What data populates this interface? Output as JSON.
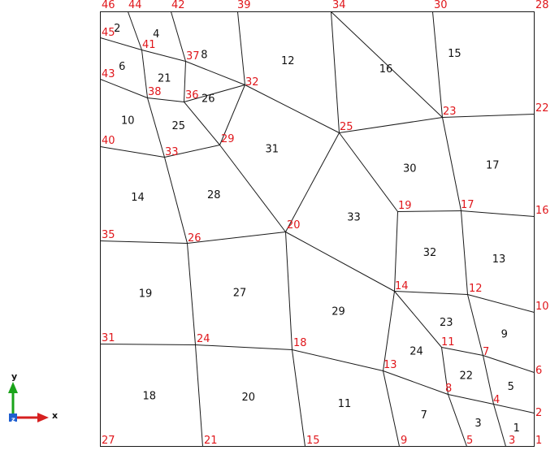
{
  "colors": {
    "mesh_line": "#1a1a1a",
    "node_label": "#e0161b",
    "element_label": "#111111",
    "axis_y": "#1aa31a",
    "axis_x": "#d62020",
    "axis_z": "#1f5fd0"
  },
  "axis_triad": {
    "x_label": "x",
    "y_label": "y",
    "z_label": "z"
  },
  "nodes": [
    {
      "id": "1"
    },
    {
      "id": "2"
    },
    {
      "id": "3"
    },
    {
      "id": "4"
    },
    {
      "id": "5"
    },
    {
      "id": "6"
    },
    {
      "id": "7"
    },
    {
      "id": "8"
    },
    {
      "id": "9"
    },
    {
      "id": "10"
    },
    {
      "id": "11"
    },
    {
      "id": "12"
    },
    {
      "id": "13"
    },
    {
      "id": "14"
    },
    {
      "id": "15"
    },
    {
      "id": "16"
    },
    {
      "id": "17"
    },
    {
      "id": "18"
    },
    {
      "id": "19"
    },
    {
      "id": "20"
    },
    {
      "id": "21"
    },
    {
      "id": "22"
    },
    {
      "id": "23"
    },
    {
      "id": "24"
    },
    {
      "id": "25"
    },
    {
      "id": "26"
    },
    {
      "id": "27"
    },
    {
      "id": "28"
    },
    {
      "id": "29"
    },
    {
      "id": "30"
    },
    {
      "id": "31"
    },
    {
      "id": "32"
    },
    {
      "id": "33"
    },
    {
      "id": "34"
    },
    {
      "id": "35"
    },
    {
      "id": "36"
    },
    {
      "id": "37"
    },
    {
      "id": "38"
    },
    {
      "id": "39"
    },
    {
      "id": "40"
    },
    {
      "id": "41"
    },
    {
      "id": "42"
    },
    {
      "id": "43"
    },
    {
      "id": "44"
    },
    {
      "id": "45"
    },
    {
      "id": "46"
    }
  ],
  "elements": [
    {
      "id": "1",
      "nodes": [
        "1",
        "2",
        "4",
        "3"
      ]
    },
    {
      "id": "2",
      "nodes": [
        "46",
        "44",
        "41",
        "45"
      ]
    },
    {
      "id": "3",
      "nodes": [
        "3",
        "4",
        "8",
        "5"
      ]
    },
    {
      "id": "4",
      "nodes": [
        "44",
        "42",
        "37",
        "41"
      ]
    },
    {
      "id": "5",
      "nodes": [
        "2",
        "6",
        "7",
        "4"
      ]
    },
    {
      "id": "6",
      "nodes": [
        "45",
        "41",
        "38",
        "43"
      ]
    },
    {
      "id": "7",
      "nodes": [
        "9",
        "13",
        "8",
        "5"
      ]
    },
    {
      "id": "8",
      "nodes": [
        "42",
        "39",
        "32",
        "36",
        "37"
      ]
    },
    {
      "id": "9",
      "nodes": [
        "6",
        "10",
        "12",
        "7"
      ]
    },
    {
      "id": "10",
      "nodes": [
        "43",
        "38",
        "33",
        "40"
      ]
    },
    {
      "id": "11",
      "nodes": [
        "15",
        "18",
        "13",
        "9"
      ]
    },
    {
      "id": "12",
      "nodes": [
        "39",
        "34",
        "25",
        "32"
      ]
    },
    {
      "id": "13",
      "nodes": [
        "10",
        "16",
        "17",
        "12"
      ]
    },
    {
      "id": "14",
      "nodes": [
        "40",
        "33",
        "26",
        "35"
      ]
    },
    {
      "id": "15",
      "nodes": [
        "34",
        "30",
        "28",
        "22",
        "23"
      ]
    },
    {
      "id": "16",
      "nodes": [
        "34",
        "30",
        "23",
        "25"
      ]
    },
    {
      "id": "17",
      "nodes": [
        "22",
        "16",
        "17",
        "23"
      ]
    },
    {
      "id": "18",
      "nodes": [
        "31",
        "24",
        "21",
        "27"
      ]
    },
    {
      "id": "19",
      "nodes": [
        "35",
        "26",
        "24",
        "31"
      ]
    },
    {
      "id": "20",
      "nodes": [
        "24",
        "18",
        "15",
        "21"
      ]
    },
    {
      "id": "21",
      "nodes": [
        "41",
        "37",
        "36",
        "38"
      ]
    },
    {
      "id": "22",
      "nodes": [
        "11",
        "7",
        "4",
        "8"
      ]
    },
    {
      "id": "23",
      "nodes": [
        "14",
        "12",
        "7",
        "11"
      ]
    },
    {
      "id": "24",
      "nodes": [
        "14",
        "11",
        "8",
        "13"
      ]
    },
    {
      "id": "25",
      "nodes": [
        "38",
        "36",
        "29",
        "33"
      ]
    },
    {
      "id": "26",
      "nodes": [
        "37",
        "36",
        "29",
        "32"
      ]
    },
    {
      "id": "27",
      "nodes": [
        "26",
        "20",
        "18",
        "24"
      ]
    },
    {
      "id": "28",
      "nodes": [
        "33",
        "29",
        "20",
        "26"
      ]
    },
    {
      "id": "29",
      "nodes": [
        "20",
        "14",
        "13",
        "18"
      ]
    },
    {
      "id": "30",
      "nodes": [
        "25",
        "23",
        "17",
        "19"
      ]
    },
    {
      "id": "31",
      "nodes": [
        "32",
        "25",
        "20",
        "29"
      ]
    },
    {
      "id": "32",
      "nodes": [
        "19",
        "17",
        "12",
        "14"
      ]
    },
    {
      "id": "33",
      "nodes": [
        "25",
        "19",
        "14",
        "20"
      ]
    }
  ]
}
